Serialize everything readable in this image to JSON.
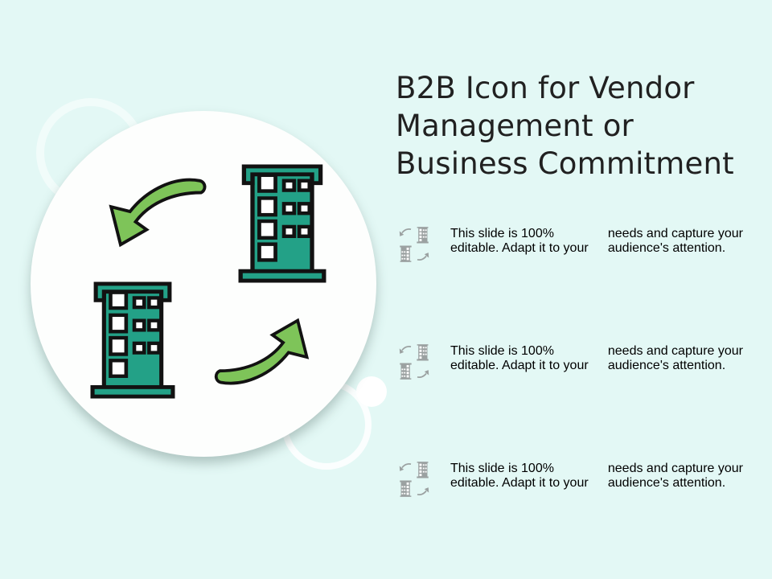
{
  "title": {
    "text": "B2B Icon for Vendor Management or Business Commitment",
    "lines": [
      "B2B Icon for Vendor",
      "Management or",
      "Business Commitment"
    ]
  },
  "bullets": {
    "items": [
      {
        "text": "This slide is 100% editable. Adapt it to your needs and capture your audience's attention.",
        "lines": [
          "This slide is 100% editable. Adapt it to your",
          "needs and capture your audience's attention."
        ]
      },
      {
        "text": "This slide is 100% editable. Adapt it to your needs and capture your audience's attention.",
        "lines": [
          "This slide is 100% editable. Adapt it to your",
          "needs and capture your audience's attention."
        ]
      },
      {
        "text": "This slide is 100% editable. Adapt it to your needs and capture your audience's attention.",
        "lines": [
          "This slide is 100% editable. Adapt it to your",
          "needs and capture your audience's attention."
        ]
      }
    ]
  },
  "illustration": {
    "icons": [
      "curved-arrow-down-left",
      "building-top-right",
      "building-bottom-left",
      "curved-arrow-up-right"
    ],
    "mini_icon": "b2b-exchange-mini-icon"
  },
  "colors": {
    "background": "#e3f8f5",
    "circle": "#fdfefd",
    "building_fill": "#23a187",
    "arrow_fill": "#7ec459",
    "outline": "#121212",
    "title_text": "#212121",
    "body_text": "#6d7273",
    "mini_icon_gray": "#9ba1a1"
  }
}
